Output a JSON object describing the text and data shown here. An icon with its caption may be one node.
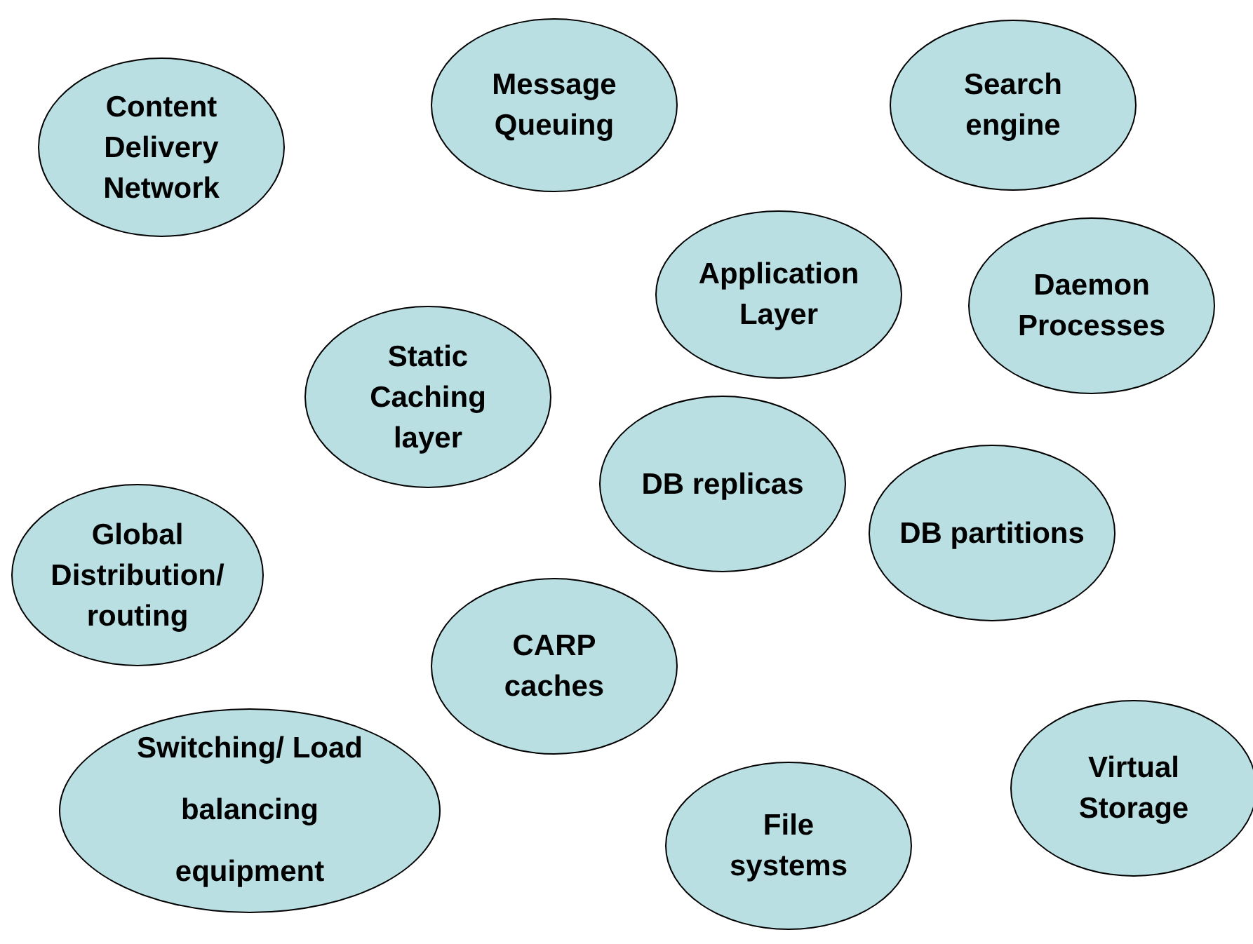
{
  "diagram": {
    "nodes": [
      {
        "text": [
          "Content Delivery Network"
        ]
      },
      {
        "text": [
          "Message Queuing"
        ]
      },
      {
        "text": [
          "Search engine"
        ]
      },
      {
        "text": [
          "Application Layer"
        ]
      },
      {
        "text": [
          "Daemon Processes"
        ]
      },
      {
        "text": [
          "Static Caching layer"
        ]
      },
      {
        "text": [
          "DB replicas"
        ]
      },
      {
        "text": [
          "DB partitions"
        ]
      },
      {
        "text": [
          "Global Distribution/ routing"
        ]
      },
      {
        "text": [
          "CARP caches"
        ]
      },
      {
        "text": [
          "Switching/ Load balancing equipment"
        ]
      },
      {
        "text": [
          "Virtual Storage"
        ]
      },
      {
        "text": [
          "File systems"
        ]
      }
    ]
  }
}
